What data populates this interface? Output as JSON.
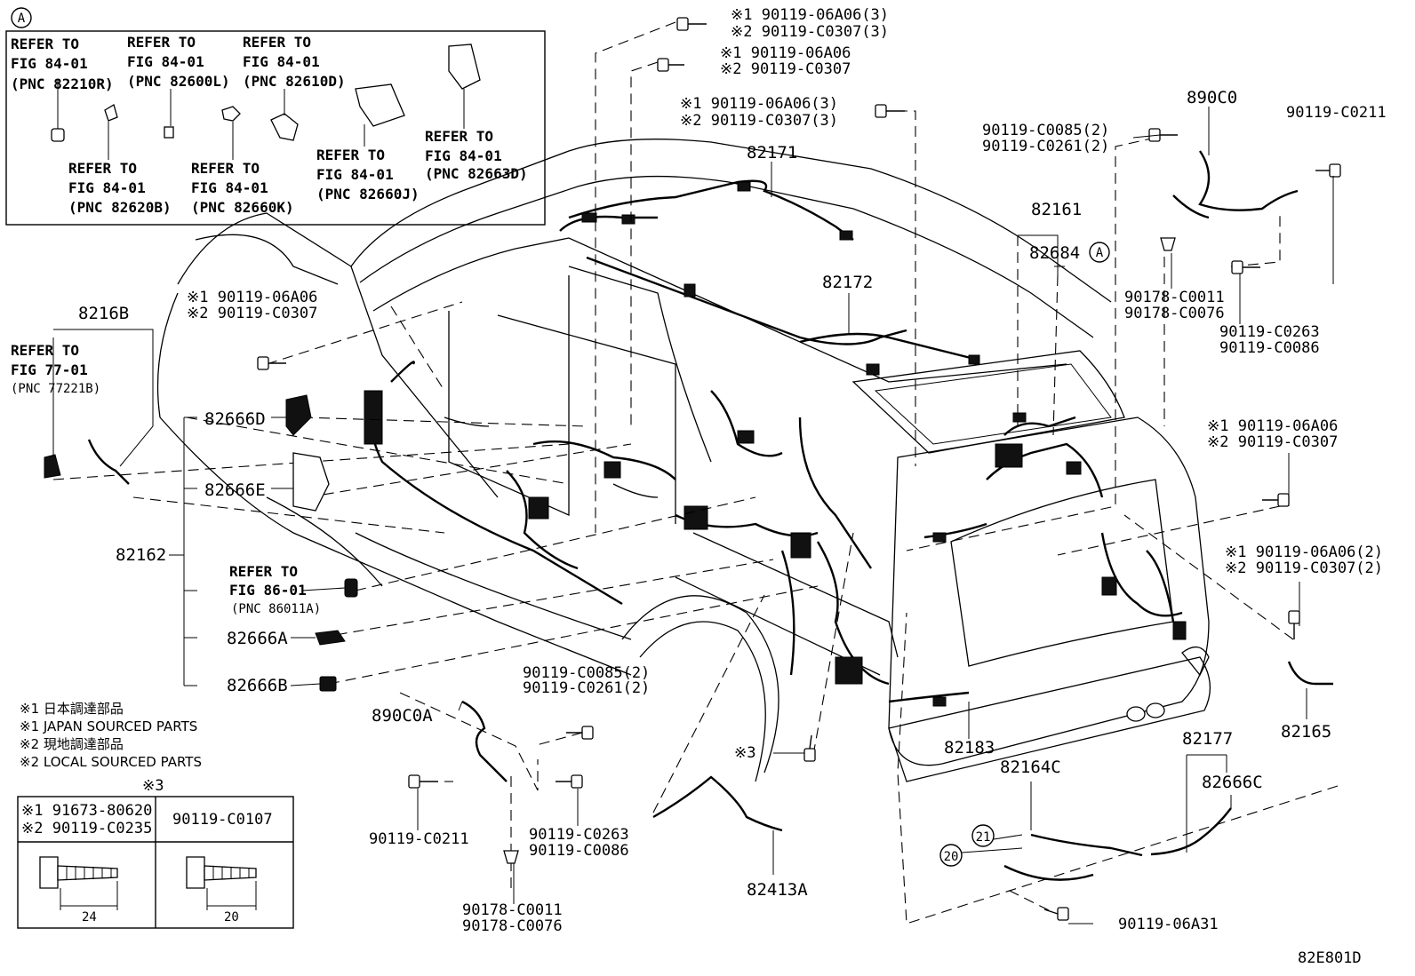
{
  "diagram_code": "82E801D",
  "markers": {
    "callout_a": "A",
    "callout_a_box": "A",
    "marker_3": "※3",
    "marker_3_bolt": "※3",
    "circled_21": "21",
    "circled_20": "20"
  },
  "inset_refs": [
    {
      "l1": "REFER TO",
      "l2": "FIG 84-01",
      "l3": "(PNC 82210R)"
    },
    {
      "l1": "REFER TO",
      "l2": "FIG 84-01",
      "l3": "(PNC 82600L)"
    },
    {
      "l1": "REFER TO",
      "l2": "FIG 84-01",
      "l3": "(PNC 82610D)"
    },
    {
      "l1": "REFER TO",
      "l2": "FIG 84-01",
      "l3": "(PNC 82620B)"
    },
    {
      "l1": "REFER TO",
      "l2": "FIG 84-01",
      "l3": "(PNC 82660K)"
    },
    {
      "l1": "REFER TO",
      "l2": "FIG 84-01",
      "l3": "(PNC 82660J)"
    },
    {
      "l1": "REFER TO",
      "l2": "FIG 84-01",
      "l3": "(PNC 82663D)"
    }
  ],
  "left_refs": {
    "ref_77": {
      "l1": "REFER TO",
      "l2": "FIG 77-01",
      "l3": "(PNC 77221B)"
    },
    "ref_86": {
      "l1": "REFER TO",
      "l2": "FIG 86-01",
      "l3": "(PNC 86011A)"
    }
  },
  "part_labels": {
    "p8216B": "8216B",
    "p82666D": "82666D",
    "p82666E": "82666E",
    "p82162": "82162",
    "p82666A": "82666A",
    "p82666B": "82666B",
    "p82171": "82171",
    "p82172": "82172",
    "p82161": "82161",
    "p82684": "82684",
    "p890C0": "890C0",
    "p890C0A": "890C0A",
    "p82183": "82183",
    "p82177": "82177",
    "p82164C": "82164C",
    "p82666C": "82666C",
    "p82165": "82165",
    "p82413A": "82413A"
  },
  "bolt_labels": {
    "top1_a": "※1 90119-06A06(3)",
    "top1_b": "※2 90119-C0307(3)",
    "top2_a": "※1 90119-06A06",
    "top2_b": "※2 90119-C0307",
    "top3_a": "※1 90119-06A06(3)",
    "top3_b": "※2 90119-C0307(3)",
    "left_a": "※1 90119-06A06",
    "left_b": "※2 90119-C0307",
    "r1_a": "90119-C0085(2)",
    "r1_b": "90119-C0261(2)",
    "r2": "90119-C0211",
    "r3_a": "90178-C0011",
    "r3_b": "90178-C0076",
    "r4_a": "90119-C0263",
    "r4_b": "90119-C0086",
    "r5_a": "※1 90119-06A06",
    "r5_b": "※2 90119-C0307",
    "r6_a": "※1 90119-06A06(2)",
    "r6_b": "※2 90119-C0307(2)",
    "m1_a": "90119-C0085(2)",
    "m1_b": "90119-C0261(2)",
    "m2": "90119-C0211",
    "m3_a": "90119-C0263",
    "m3_b": "90119-C0086",
    "m4_a": "90178-C0011",
    "m4_b": "90178-C0076",
    "b1": "90119-06A31"
  },
  "legend": {
    "l1": "※1 日本調達部品",
    "l2": "※1 JAPAN SOURCED PARTS",
    "l3": "※2 現地調達部品",
    "l4": "※2 LOCAL SOURCED PARTS"
  },
  "spec_table": {
    "col1_a": "※1 91673-80620",
    "col1_b": "※2 90119-C0235",
    "col2": "90119-C0107",
    "dim1": "24",
    "dim2": "20"
  }
}
